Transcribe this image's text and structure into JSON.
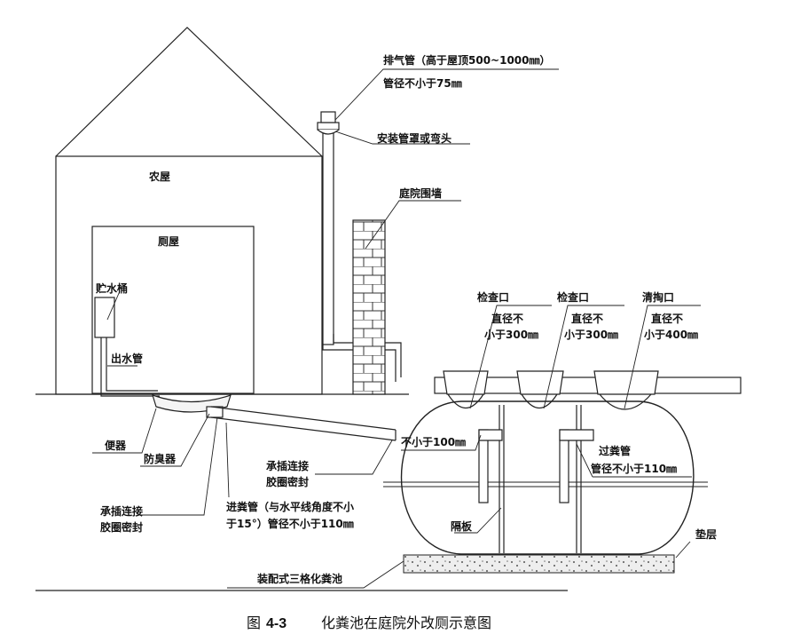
{
  "labels": {
    "house": "农屋",
    "toilet_room": "厕屋",
    "water_tank": "贮水桶",
    "outlet_pipe": "出水管",
    "vent_pipe": "排气管（高于屋顶500~1000㎜）",
    "vent_diameter": "管径不小于75㎜",
    "vent_cap": "安装管罩或弯头",
    "courtyard_wall": "庭院围墙",
    "inspection_1": "检查口",
    "inspection_1_dia_a": "直径不",
    "inspection_1_dia_b": "小于300㎜",
    "inspection_2": "检查口",
    "inspection_2_dia_a": "直径不",
    "inspection_2_dia_b": "小于300㎜",
    "cleanout": "清掏口",
    "cleanout_dia_a": "直径不",
    "cleanout_dia_b": "小于400㎜",
    "min_100": "不小于100㎜",
    "transfer_pipe": "过粪管",
    "transfer_dia": "管径不小于110㎜",
    "toilet_bowl": "便器",
    "odor_trap": "防臭器",
    "socket_joint_1a": "承插连接",
    "socket_joint_1b": "胶圈密封",
    "socket_joint_2a": "承插连接",
    "socket_joint_2b": "胶圈密封",
    "inlet_pipe_a": "进粪管（与水平线角度不小",
    "inlet_pipe_b": "于15°）管径不小于110㎜",
    "partition": "隔板",
    "cushion": "垫层",
    "septic_tank": "装配式三格化粪池"
  },
  "caption": {
    "prefix": "图",
    "number": "4-3",
    "title": "化粪池在庭院外改厕示意图"
  }
}
